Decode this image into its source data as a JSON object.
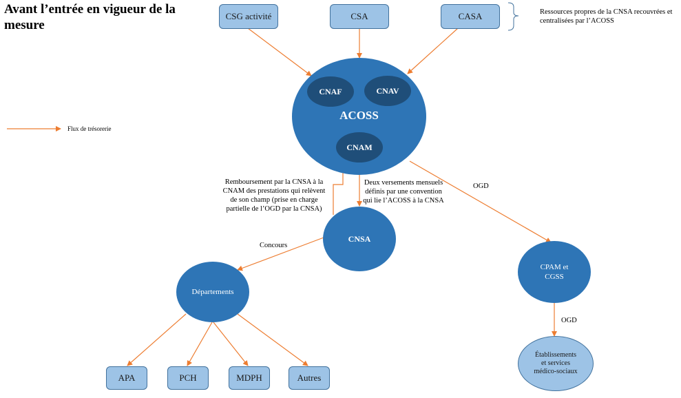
{
  "title": "Avant l’entrée en vigueur de la mesure",
  "legend": {
    "label": "Flux  de trésorerie",
    "color": "#ed7d31"
  },
  "sources": [
    {
      "id": "csg",
      "label": "CSG activité"
    },
    {
      "id": "csa",
      "label": "CSA"
    },
    {
      "id": "casa",
      "label": "CASA"
    }
  ],
  "sources_note": "Ressources propres de la CNSA recouvrées et centralisées par l’ACOSS",
  "acoss": {
    "label": "ACOSS",
    "branches": [
      {
        "id": "cnaf",
        "label": "CNAF"
      },
      {
        "id": "cnav",
        "label": "CNAV"
      },
      {
        "id": "cnam",
        "label": "CNAM"
      }
    ]
  },
  "cnsa": {
    "label": "CNSA"
  },
  "cpam": {
    "label": "CPAM  et CGSS"
  },
  "departements": {
    "label": "Départements"
  },
  "etablissements": {
    "label": "Établissements et services médico-sociaux"
  },
  "beneficiaries": [
    {
      "id": "apa",
      "label": "APA"
    },
    {
      "id": "pch",
      "label": "PCH"
    },
    {
      "id": "mdph",
      "label": "MDPH"
    },
    {
      "id": "autres",
      "label": "Autres"
    }
  ],
  "flows": {
    "remboursement": "Remboursement par la CNSA à la CNAM des prestations qui relèvent de son champ (prise en charge partielle de l’OGD par la CNSA)",
    "versements": "Deux versements mensuels définis par une convention qui lie l’ACOSS à la CNSA",
    "ogd_acoss_cpam": "OGD",
    "ogd_cpam_etab": "OGD",
    "concours": "Concours"
  },
  "colors": {
    "arrow": "#ed7d31",
    "ellipse_main": "#2e75b6",
    "ellipse_inner": "#1f4e79",
    "box_fill": "#9dc3e6",
    "box_border": "#41719c"
  }
}
